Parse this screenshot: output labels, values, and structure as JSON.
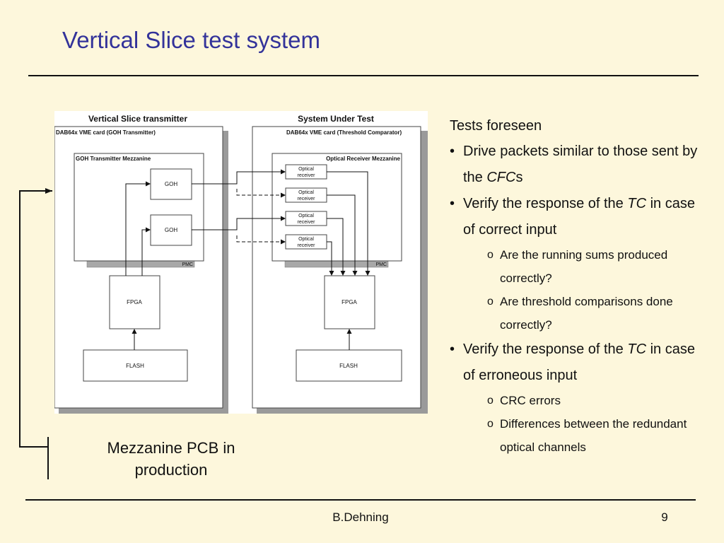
{
  "slide": {
    "title": "Vertical Slice test system",
    "caption": "Mezzanine PCB in production",
    "footer_author": "B.Dehning",
    "page_number": "9"
  },
  "diagram": {
    "left_heading": "Vertical Slice transmitter",
    "right_heading": "System Under Test",
    "left_card": "DAB64x VME card (GOH Transmitter)",
    "right_card": "DAB64x VME card (Threshold Comparator)",
    "left_mezzanine": "GOH Transmitter Mezzanine",
    "right_mezzanine": "Optical Receiver Mezzanine",
    "goh": "GOH",
    "optical_receiver_line1": "Optical",
    "optical_receiver_line2": "receiver",
    "pmc": "PMC",
    "fpga": "FPGA",
    "flash": "FLASH"
  },
  "tests": {
    "heading": "Tests foreseen",
    "item1_text": "Drive packets similar to those sent by the ",
    "item1_italic": "CFC",
    "item1_suffix": "s",
    "item2_text": "Verify the response of the ",
    "item2_italic": "TC",
    "item2_suffix": " in case of correct input",
    "item2_sub1": "Are the running sums produced correctly?",
    "item2_sub2": "Are threshold comparisons done correctly?",
    "item3_text": "Verify the response of the ",
    "item3_italic": "TC",
    "item3_suffix": " in case of erroneous input",
    "item3_sub1": "CRC errors",
    "item3_sub2": "Differences between the redundant optical channels"
  },
  "colors": {
    "background": "#fdf7dc",
    "title": "#33339a"
  }
}
